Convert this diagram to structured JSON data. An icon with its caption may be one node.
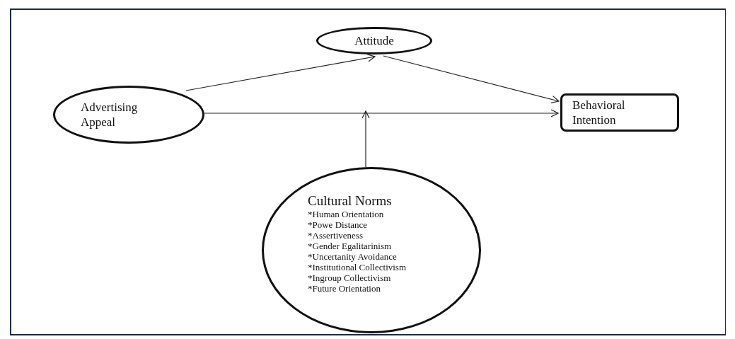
{
  "diagram": {
    "nodes": [
      {
        "text": [
          "Attitude"
        ]
      },
      {
        "text": [
          "Advertising Appeal"
        ]
      },
      {
        "text": [
          "Behavioral Intention"
        ]
      },
      {
        "text": [
          "Cultural Norms",
          "*Human Orientation",
          "*Powe Distance",
          "*Assertiveness",
          "*Gender Egalitarinism",
          "*Uncertanity Avoidance",
          "*Institutional Collectivism",
          "*Ingroup Collectivism",
          "*Future Orientation"
        ]
      }
    ],
    "edges": [
      {
        "from": 1,
        "to": 0,
        "arrow": "to"
      },
      {
        "from": 0,
        "to": 2,
        "arrow": "to"
      },
      {
        "from": 1,
        "to": 2,
        "arrow": "to"
      },
      {
        "from": 3,
        "to": null,
        "arrow": "to"
      }
    ]
  }
}
